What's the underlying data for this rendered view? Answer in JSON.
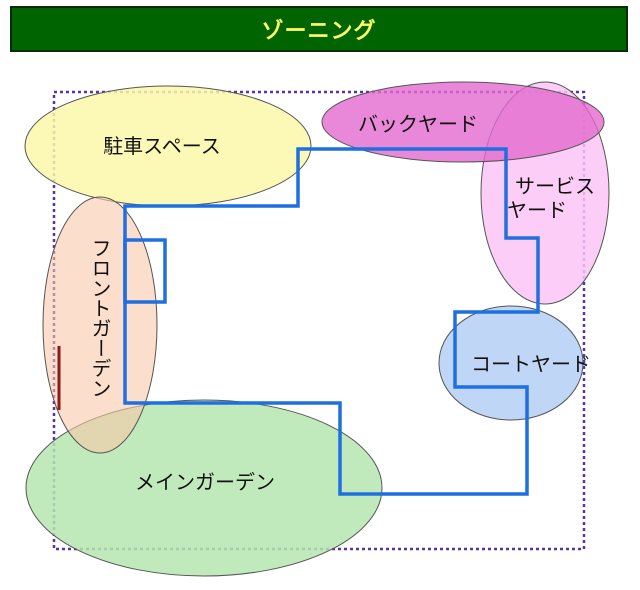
{
  "title": "ゾーニング",
  "zones": {
    "parking": "駐車スペース",
    "backyard": "バックヤード",
    "service_yard_line1": "サービス",
    "service_yard_line2": "ヤード",
    "front_garden": "フロントガーデン",
    "courtyard": "コートヤード",
    "main_garden": "メインガーデン"
  },
  "colors": {
    "title_bg": "#006400",
    "title_text": "#ffff66",
    "site_boundary": "#5533aa",
    "building_outline": "#1e6fe0",
    "parking": "#fbf7a8",
    "backyard": "#e46ad0",
    "service_yard": "#fcc4f4",
    "front_garden": "#f9c8a8",
    "courtyard": "#b8d2f6",
    "main_garden": "#b6e6b0"
  }
}
